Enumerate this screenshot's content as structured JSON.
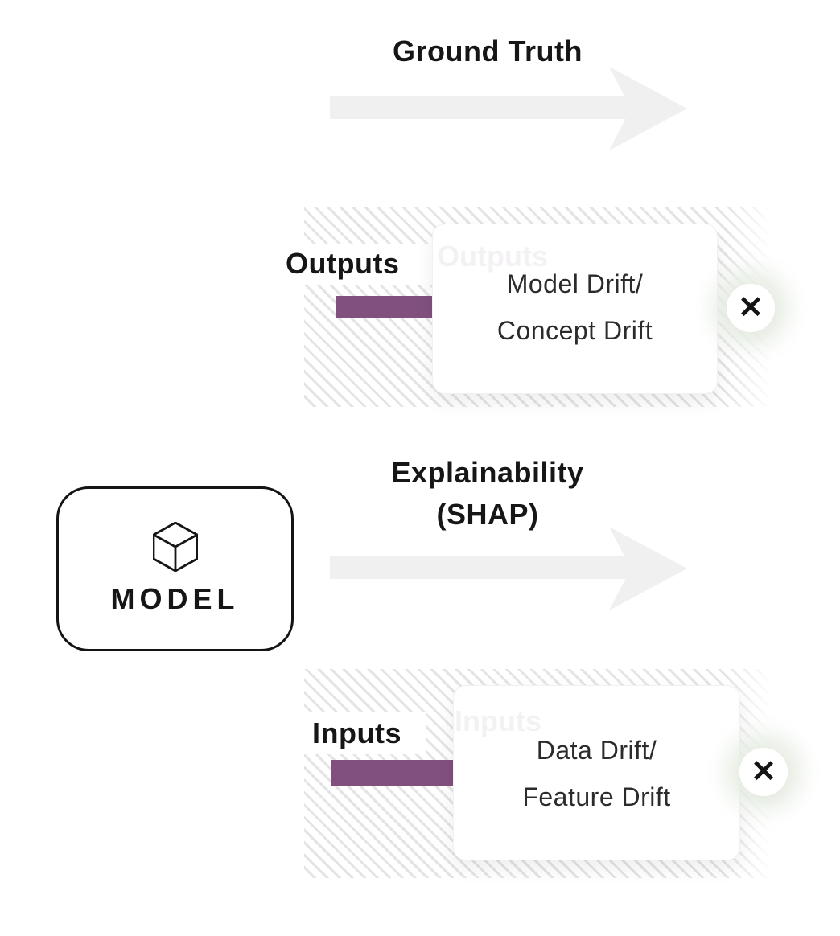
{
  "model_box": {
    "label": "MODEL"
  },
  "arrows": {
    "ground_truth": {
      "label": "Ground Truth"
    },
    "explainability": {
      "label_line1": "Explainability",
      "label_line2": "(SHAP)"
    }
  },
  "outputs_zone": {
    "label": "Outputs",
    "ghost_label": "Outputs",
    "card": {
      "title_line1": "Model Drift/",
      "title_line2": "Concept Drift"
    },
    "close_icon": "✕"
  },
  "inputs_zone": {
    "label": "Inputs",
    "ghost_label": "Inputs",
    "card": {
      "title_line1": "Data Drift/",
      "title_line2": "Feature Drift"
    },
    "close_icon": "✕"
  },
  "colors": {
    "accent_purple": "#82507E",
    "arrow_gray": "#F1F0F0",
    "hatch_gray": "#E4E4E4",
    "text_black": "#161616",
    "ghost_gray": "#F3F1F3",
    "card_text": "#2B2B2B"
  }
}
